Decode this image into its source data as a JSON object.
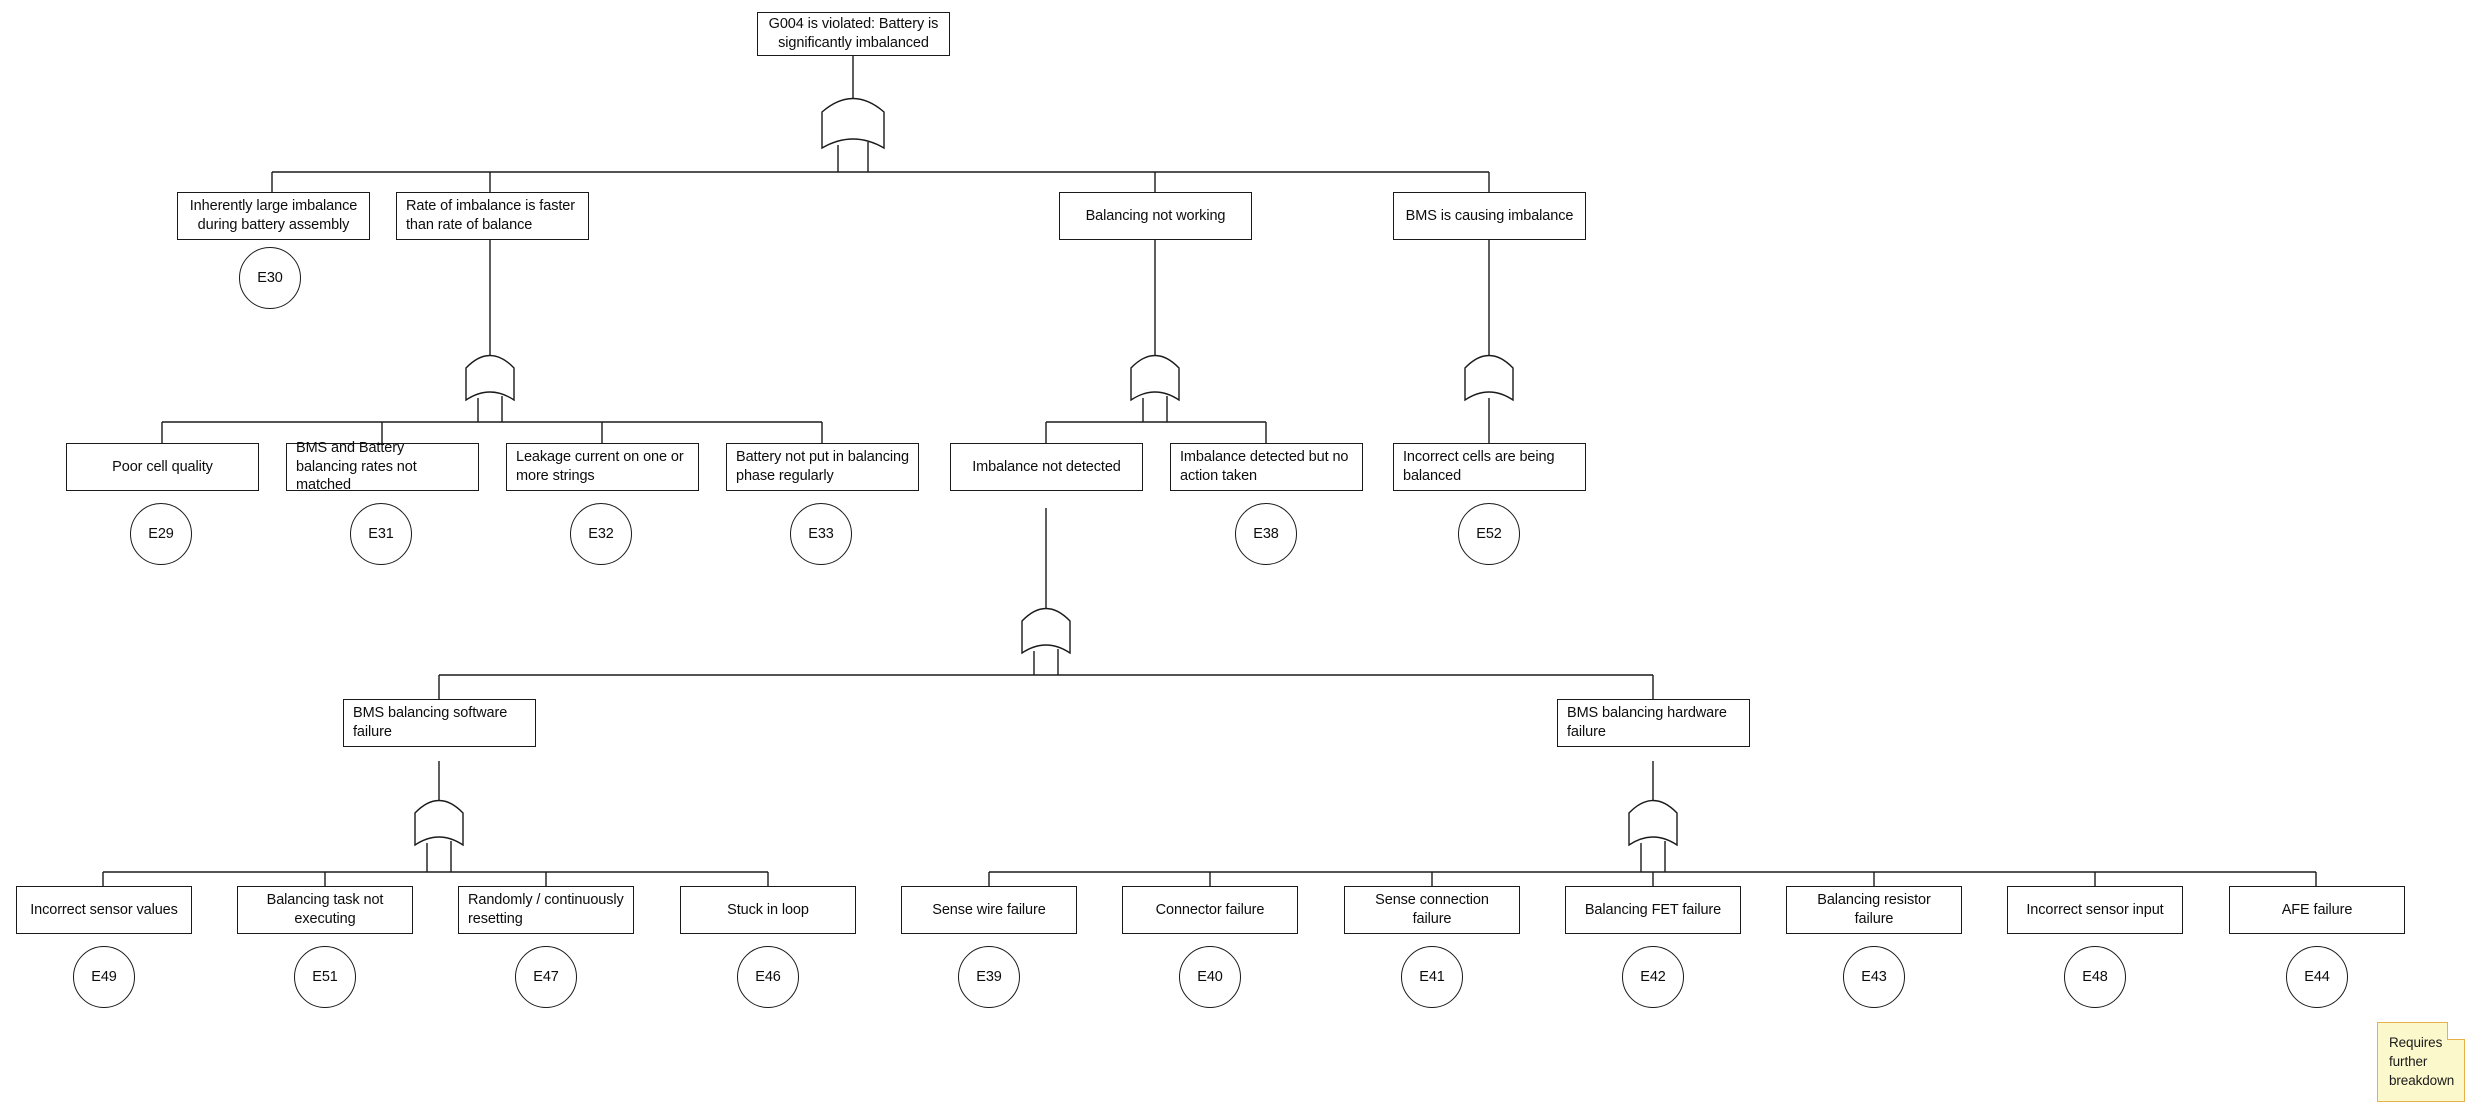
{
  "diagram": {
    "title": "Fault tree for G004 battery imbalance",
    "type": "fault-tree",
    "gate_type": "OR",
    "line_color": "#1a1a1a",
    "box_fill": "#ffffff",
    "note_fill": "#fbf8cc",
    "note_border": "#e8b04b"
  },
  "nodes": {
    "root": {
      "label": "G004 is violated: Battery is significantly imbalanced"
    },
    "l2": [
      {
        "label": "Inherently large imbalance during battery assembly"
      },
      {
        "label": "Rate of imbalance is faster than rate of balance"
      },
      {
        "label": "Balancing not working"
      },
      {
        "label": "BMS is causing imbalance"
      }
    ],
    "l3": [
      {
        "label": "Poor cell quality"
      },
      {
        "label": "BMS and Battery balancing rates not matched"
      },
      {
        "label": "Leakage current on one or more strings"
      },
      {
        "label": "Battery not put in balancing phase regularly"
      },
      {
        "label": "Imbalance not detected"
      },
      {
        "label": "Imbalance detected but no action taken"
      },
      {
        "label": "Incorrect cells are being balanced"
      }
    ],
    "l4": [
      {
        "label": "BMS balancing software failure"
      },
      {
        "label": "BMS balancing hardware failure"
      }
    ],
    "l5": [
      {
        "label": "Incorrect sensor values"
      },
      {
        "label": "Balancing task not executing"
      },
      {
        "label": "Randomly / continuously resetting"
      },
      {
        "label": "Stuck in loop"
      },
      {
        "label": "Sense wire failure"
      },
      {
        "label": "Connector failure"
      },
      {
        "label": "Sense connection failure"
      },
      {
        "label": "Balancing FET failure"
      },
      {
        "label": "Balancing resistor failure"
      },
      {
        "label": "Incorrect sensor input"
      },
      {
        "label": "AFE failure"
      }
    ]
  },
  "events": {
    "e30": "E30",
    "e29": "E29",
    "e31": "E31",
    "e32": "E32",
    "e33": "E33",
    "e38": "E38",
    "e52": "E52",
    "e49": "E49",
    "e51": "E51",
    "e47": "E47",
    "e46": "E46",
    "e39": "E39",
    "e40": "E40",
    "e41": "E41",
    "e42": "E42",
    "e43": "E43",
    "e48": "E48",
    "e44": "E44"
  },
  "note": {
    "text": "Requires further breakdown"
  }
}
